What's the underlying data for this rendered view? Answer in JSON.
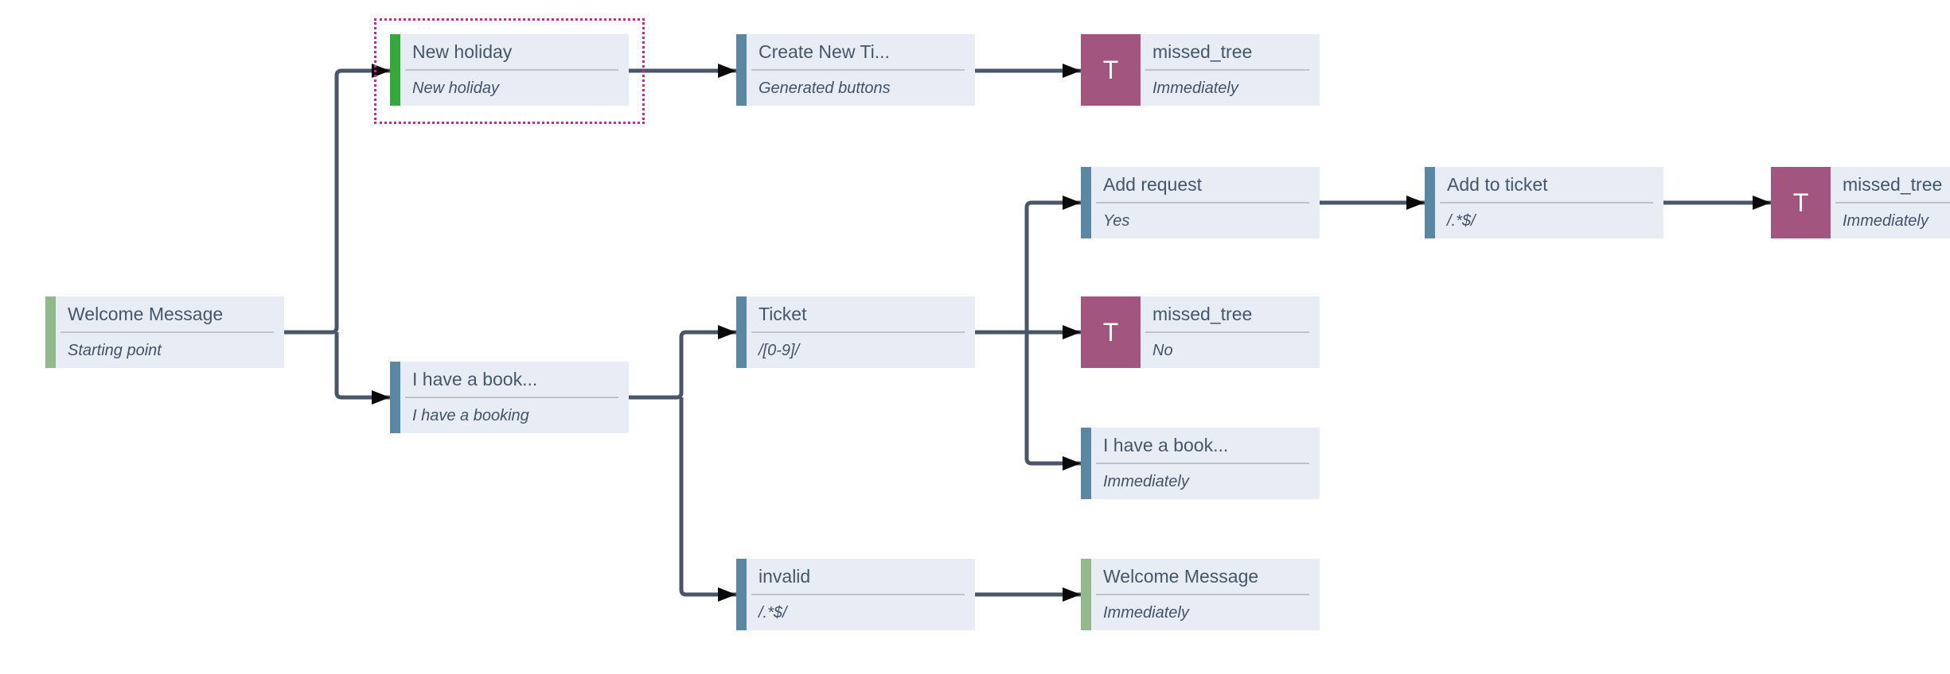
{
  "diagram": {
    "selected_node": "New holiday",
    "nodes": [
      {
        "id": "welcome-start",
        "title": "Welcome Message",
        "subtitle": "Starting point",
        "accent": "green"
      },
      {
        "id": "new-holiday",
        "title": "New holiday",
        "subtitle": "New holiday",
        "accent": "green-bright",
        "selected": true
      },
      {
        "id": "i-have-a-booking",
        "title": "I have a book...",
        "subtitle": "I have a booking",
        "accent": "steel"
      },
      {
        "id": "create-new-ticket",
        "title": "Create New Ti...",
        "subtitle": "Generated buttons",
        "accent": "steel"
      },
      {
        "id": "ticket",
        "title": "Ticket",
        "subtitle": "/[0-9]/",
        "accent": "steel"
      },
      {
        "id": "invalid",
        "title": "invalid",
        "subtitle": "/.*$/",
        "accent": "steel"
      },
      {
        "id": "missed-tree-1",
        "title": "missed_tree",
        "subtitle": "Immediately",
        "accent": "tree",
        "badge": "T"
      },
      {
        "id": "add-request",
        "title": "Add request",
        "subtitle": "Yes",
        "accent": "steel"
      },
      {
        "id": "missed-tree-2",
        "title": "missed_tree",
        "subtitle": "No",
        "accent": "tree",
        "badge": "T"
      },
      {
        "id": "i-have-a-booking-2",
        "title": "I have a book...",
        "subtitle": "Immediately",
        "accent": "steel"
      },
      {
        "id": "welcome-message-2",
        "title": "Welcome Message",
        "subtitle": "Immediately",
        "accent": "green"
      },
      {
        "id": "add-to-ticket",
        "title": "Add to ticket",
        "subtitle": "/.*$/",
        "accent": "steel"
      },
      {
        "id": "missed-tree-3",
        "title": "missed_tree",
        "subtitle": "Immediately",
        "accent": "tree",
        "badge": "T"
      }
    ],
    "edges": [
      {
        "from": "welcome-start",
        "to": "new-holiday"
      },
      {
        "from": "welcome-start",
        "to": "i-have-a-booking"
      },
      {
        "from": "new-holiday",
        "to": "create-new-ticket"
      },
      {
        "from": "create-new-ticket",
        "to": "missed-tree-1"
      },
      {
        "from": "i-have-a-booking",
        "to": "ticket"
      },
      {
        "from": "i-have-a-booking",
        "to": "invalid"
      },
      {
        "from": "ticket",
        "to": "add-request"
      },
      {
        "from": "ticket",
        "to": "missed-tree-2"
      },
      {
        "from": "ticket",
        "to": "i-have-a-booking-2"
      },
      {
        "from": "add-request",
        "to": "add-to-ticket"
      },
      {
        "from": "add-to-ticket",
        "to": "missed-tree-3"
      },
      {
        "from": "invalid",
        "to": "welcome-message-2"
      }
    ],
    "colors": {
      "node_bg": "#e8edf5",
      "accent_green": "#92b88c",
      "accent_green_bright": "#35a83b",
      "accent_steel": "#5a87a3",
      "tree_badge_bg": "#a2567f",
      "tree_badge_text": "#ffffff",
      "wire": "#4a5668",
      "arrowhead": "#0a0a0a",
      "selection_border": "#c12b92",
      "title_text": "#45566b",
      "subtitle_text": "#42526a",
      "divider": "#bcc3cb"
    }
  }
}
